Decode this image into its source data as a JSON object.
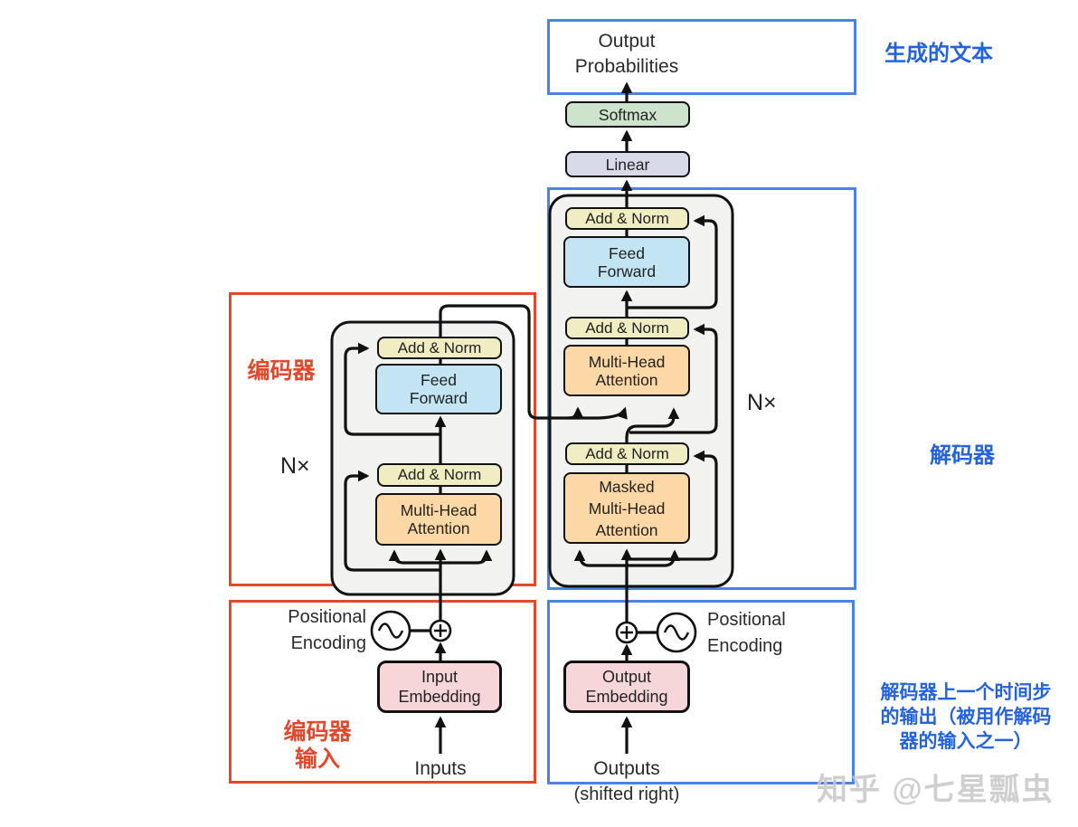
{
  "diagram": {
    "output_probabilities": "Output\nProbabilities",
    "softmax": "Softmax",
    "linear": "Linear",
    "add_norm": "Add & Norm",
    "feed_forward": "Feed\nForward",
    "multi_head_attention": "Multi-Head\nAttention",
    "masked_multi_head_attention": "Masked\nMulti-Head\nAttention",
    "input_embedding": "Input\nEmbedding",
    "output_embedding": "Output\nEmbedding",
    "positional_encoding": "Positional\nEncoding",
    "inputs": "Inputs",
    "outputs": "Outputs",
    "shifted_right": "(shifted right)",
    "n_times": "N×"
  },
  "annotations": {
    "generated_text": "生成的文本",
    "decoder_label": "解码器",
    "encoder_label": "编码器",
    "encoder_input_label": "编码器\n输入",
    "decoder_input_note": "解码器上一个时间步\n的输出（被用作解码\n器的输入之一）",
    "annotation_blue": "#2463e0",
    "annotation_red": "#e4472a"
  },
  "colors": {
    "region_blue_border": "#4a82e6",
    "region_red_border": "#e4472a",
    "add_norm_fill": "#f0edc2",
    "feed_forward_fill": "#c3e5f3",
    "attention_fill": "#fcd8a6",
    "embedding_fill": "#f7d6da",
    "softmax_fill": "#cde3cc",
    "linear_fill": "#d9dae9",
    "stack_fill": "#f2f2f1"
  },
  "watermark": "知乎 @七星瓢虫"
}
